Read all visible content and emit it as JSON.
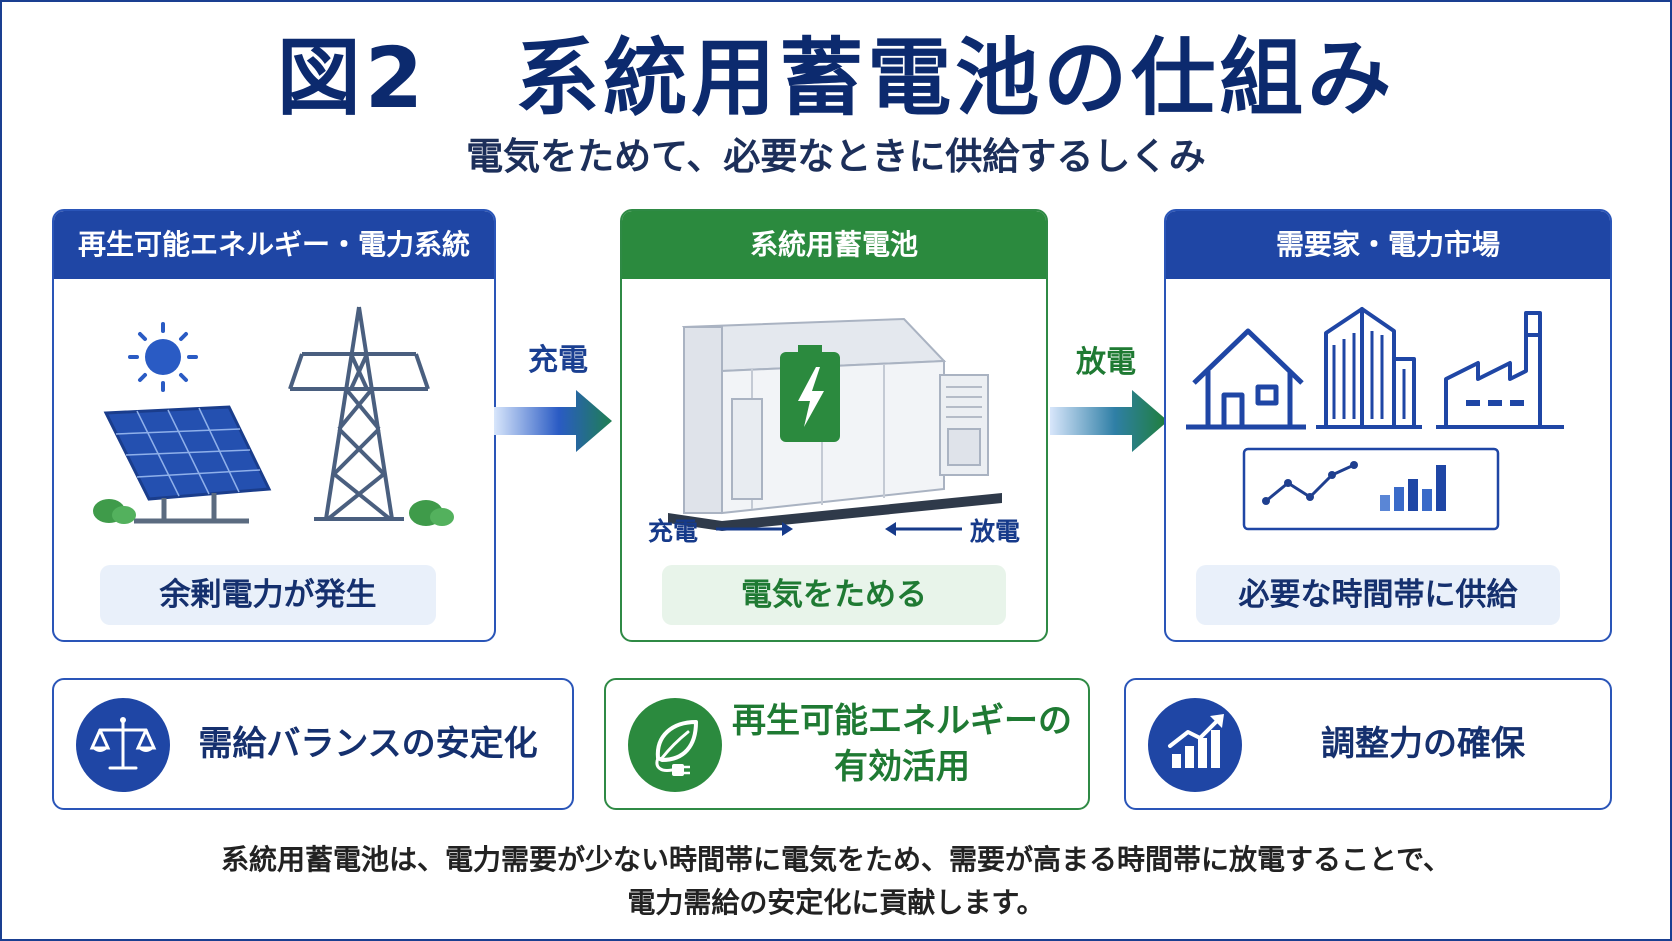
{
  "title": "図2　系統用蓄電池の仕組み",
  "subtitle": "電気をためて、必要なときに供給するしくみ",
  "colors": {
    "blue": "#1f46a5",
    "green": "#2b8a3e",
    "light_blue": "#e9f0fa",
    "light_green": "#e8f4ea"
  },
  "panels": [
    {
      "header": "再生可能エネルギー・電力系統",
      "caption": "余剰電力が発生",
      "icons": [
        "sun-icon",
        "solar-panel-icon",
        "transmission-tower-icon"
      ]
    },
    {
      "header": "系統用蓄電池",
      "caption": "電気をためる",
      "charge_label": "充電",
      "discharge_label": "放電",
      "icons": [
        "battery-container-icon",
        "battery-icon"
      ]
    },
    {
      "header": "需要家・電力市場",
      "caption": "必要な時間帯に供給",
      "icons": [
        "house-icon",
        "building-icon",
        "factory-icon",
        "line-chart-icon",
        "bar-chart-icon"
      ]
    }
  ],
  "arrows": [
    {
      "label": "充電"
    },
    {
      "label": "放電"
    }
  ],
  "benefits": [
    {
      "line1": "需給バランスの安定化",
      "line2": "",
      "icon": "scale-icon"
    },
    {
      "line1": "再生可能エネルギーの",
      "line2": "有効活用",
      "icon": "leaf-plug-icon"
    },
    {
      "line1": "調整力の確保",
      "line2": "",
      "icon": "growth-chart-icon"
    }
  ],
  "footer": {
    "line1": "系統用蓄電池は、電力需要が少ない時間帯に電気をため、需要が高まる時間帯に放電することで、",
    "line2": "電力需給の安定化に貢献します。"
  }
}
